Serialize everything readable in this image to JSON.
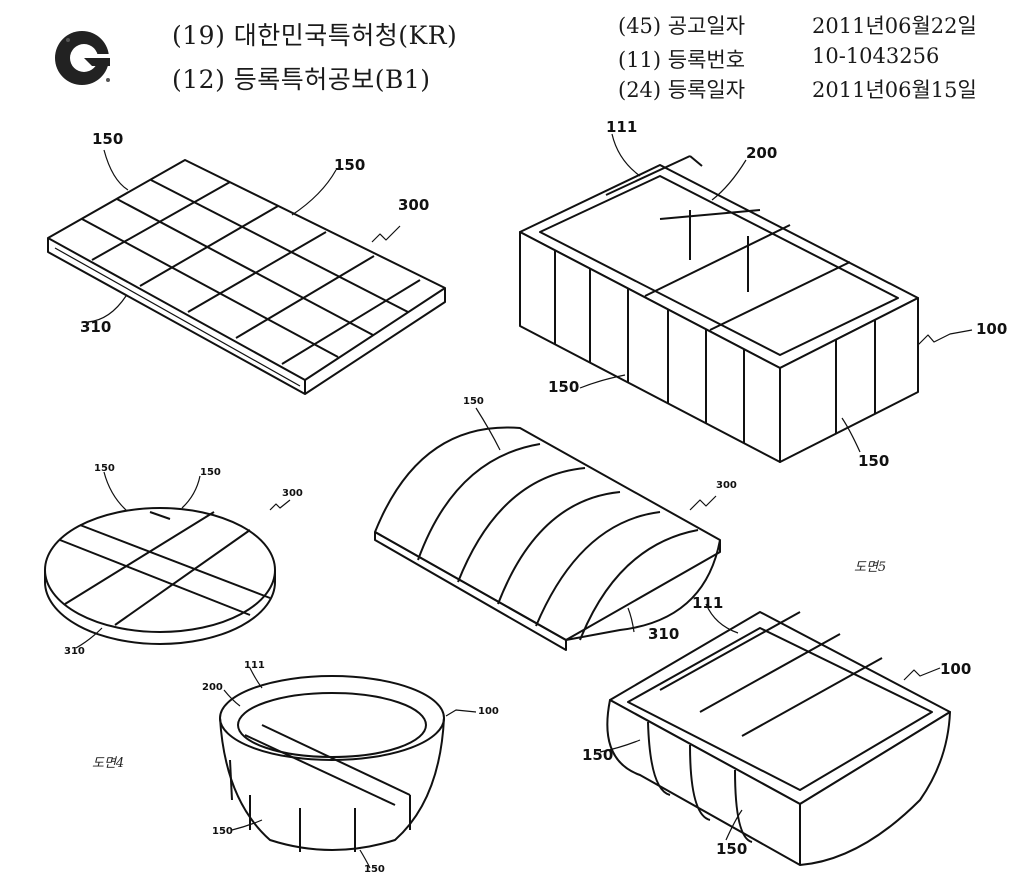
{
  "header": {
    "office_line": "(19) 대한민국특허청(KR)",
    "publication_line": "(12) 등록특허공보(B1)",
    "announce_label": "(45) 공고일자",
    "announce_date": "2011년06월22일",
    "regno_label": "(11) 등록번호",
    "regno_value": "10-1043256",
    "regdate_label": "(24) 등록일자",
    "regdate_date": "2011년06월15일"
  },
  "labels": {
    "l150": "150",
    "l300": "300",
    "l310": "310",
    "l111": "111",
    "l200": "200",
    "l100": "100"
  },
  "captions": {
    "fig4": "도면4",
    "fig5": "도면5"
  }
}
